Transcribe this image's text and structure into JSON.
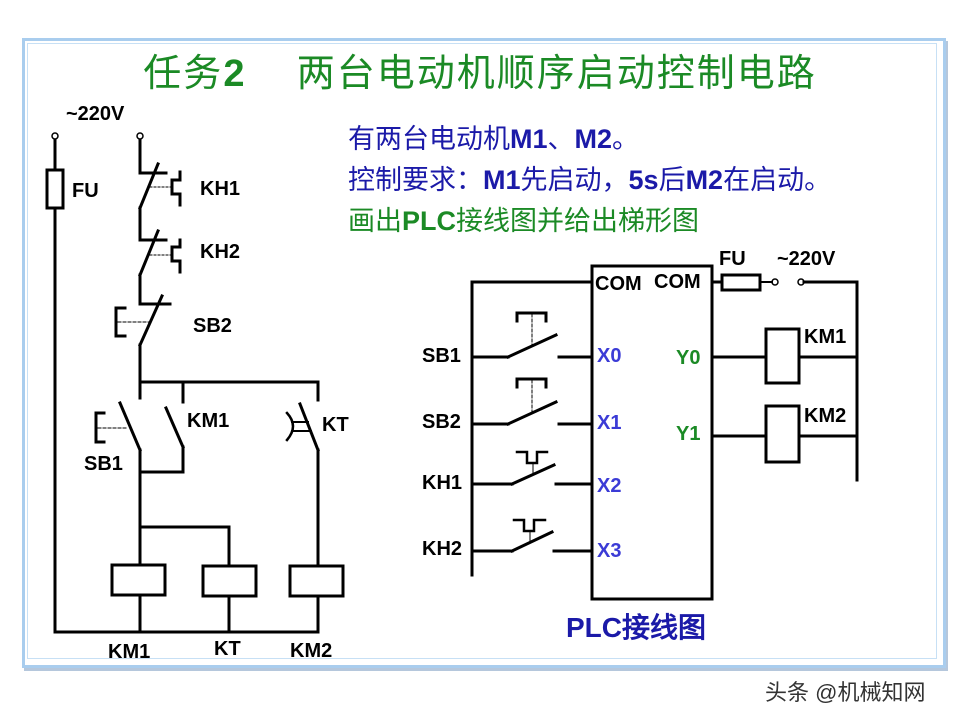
{
  "title": {
    "prefix": "任务",
    "number": "2",
    "text": "两台电动机顺序启动控制电路"
  },
  "task": {
    "line1_a": "有两台电动机",
    "line1_b": "M1",
    "line1_c": "、",
    "line1_d": "M2",
    "line1_e": "。",
    "line2_a": "控制要求：",
    "line2_b": "M1",
    "line2_c": "先启动，",
    "line2_d": "5s",
    "line2_e": "后",
    "line2_f": "M2",
    "line2_g": "在启动。",
    "line3_a": "画出",
    "line3_b": "PLC",
    "line3_c": "接线图并给出梯形图"
  },
  "relay_circuit": {
    "supply": "~220V",
    "fuse": "FU",
    "thermal1": "KH1",
    "thermal2": "KH2",
    "stop_button": "SB2",
    "start_button": "SB1",
    "hold_contact": "KM1",
    "timer_contact": "KT",
    "coils": [
      "KM1",
      "KT",
      "KM2"
    ]
  },
  "plc_wiring": {
    "inputs": [
      {
        "device": "SB1",
        "pin": "X0"
      },
      {
        "device": "SB2",
        "pin": "X1"
      },
      {
        "device": "KH1",
        "pin": "X2"
      },
      {
        "device": "KH2",
        "pin": "X3"
      }
    ],
    "com_in": "COM",
    "com_out": "COM",
    "outputs": [
      {
        "pin": "Y0",
        "device": "KM1"
      },
      {
        "pin": "Y1",
        "device": "KM2"
      }
    ],
    "fuse": "FU",
    "supply": "~220V",
    "caption": "PLC接线图"
  },
  "watermark": "头条 @机械知网"
}
